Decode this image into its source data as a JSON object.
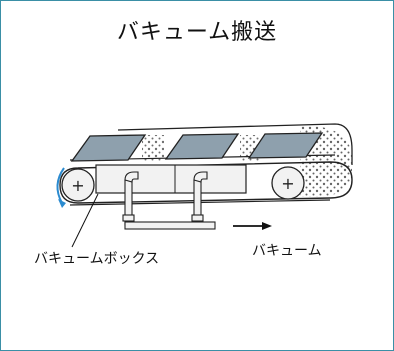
{
  "title": "バキューム搬送",
  "labels": {
    "vacuum_box": "バキュームボックス",
    "vacuum": "バキューム"
  },
  "pulley_symbol": "+",
  "colors": {
    "frame": "#3a8fa6",
    "plate": "#8ea0ad",
    "arrow": "#2b8bd0"
  }
}
